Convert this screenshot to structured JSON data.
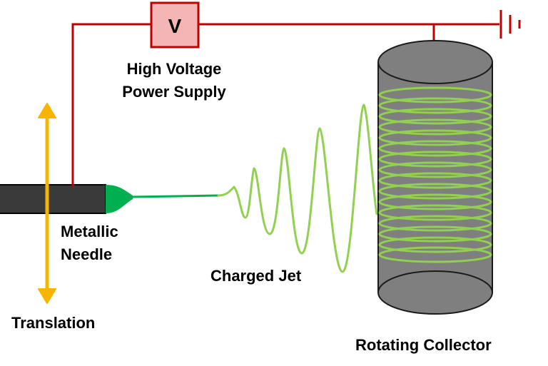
{
  "labels": {
    "voltmeter_symbol": "V",
    "power_supply_line1": "High Voltage",
    "power_supply_line2": "Power Supply",
    "needle_line1": "Metallic",
    "needle_line2": "Needle",
    "translation": "Translation",
    "jet": "Charged Jet",
    "collector": "Rotating Collector"
  },
  "colors": {
    "wire": "#c00000",
    "voltmeter_fill": "#f4b5b5",
    "needle": "#3a3a3a",
    "droplet": "#00b050",
    "fiber": "#92d050",
    "collector_body": "#7f7f7f",
    "collector_edge": "#1a1a1a",
    "arrow": "#f7b500"
  },
  "icons": {
    "ground": "ground-icon",
    "translation_arrow": "double-arrow-icon"
  }
}
